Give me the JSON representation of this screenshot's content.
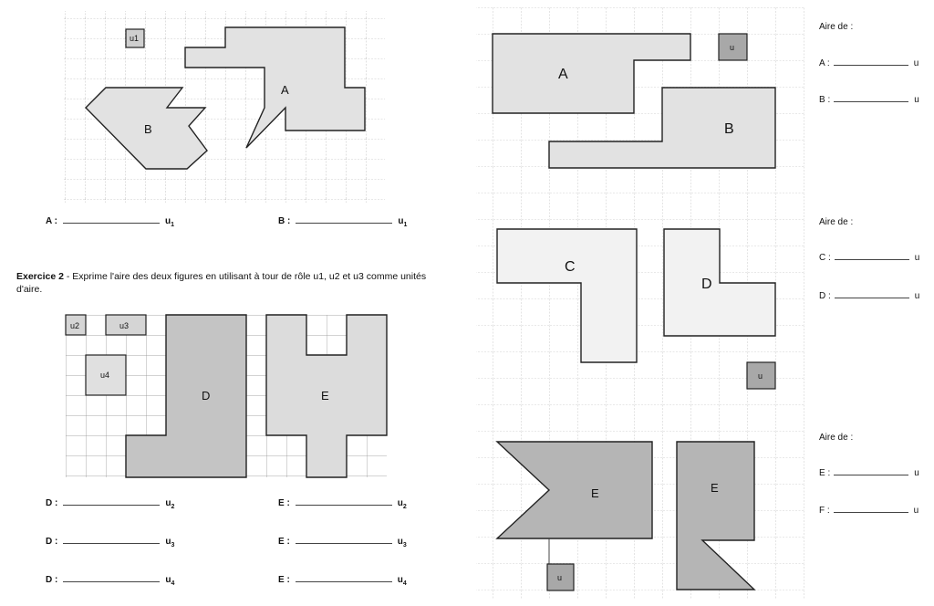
{
  "exercise1": {
    "unit_label": "u1",
    "figures": {
      "A": "A",
      "B": "B"
    },
    "answers": [
      {
        "fig": "A :",
        "unit": "u",
        "sub": "1"
      },
      {
        "fig": "B :",
        "unit": "u",
        "sub": "1"
      }
    ]
  },
  "exercise2": {
    "title_bold": "Exercice 2",
    "title_rest": " - Exprime l'aire des deux figures en utilisant à tour de rôle u1, u2 et u3 comme unités d'aire.",
    "unit_labels": {
      "u2": "u2",
      "u3": "u3",
      "u4": "u4"
    },
    "figures": {
      "D": "D",
      "E": "E"
    },
    "answers_left": [
      {
        "fig": "D :",
        "unit": "u",
        "sub": "2"
      },
      {
        "fig": "D :",
        "unit": "u",
        "sub": "3"
      },
      {
        "fig": "D :",
        "unit": "u",
        "sub": "4"
      }
    ],
    "answers_right": [
      {
        "fig": "E :",
        "unit": "u",
        "sub": "2"
      },
      {
        "fig": "E :",
        "unit": "u",
        "sub": "3"
      },
      {
        "fig": "E :",
        "unit": "u",
        "sub": "4"
      }
    ]
  },
  "right_page": {
    "unit_label": "u",
    "figures": {
      "A": "A",
      "B": "B",
      "C": "C",
      "D": "D",
      "E": "E",
      "F": "E"
    },
    "groups": [
      {
        "heading": "Aire de :",
        "rows": [
          {
            "fig": "A :",
            "unit": "u"
          },
          {
            "fig": "B :",
            "unit": "u"
          }
        ]
      },
      {
        "heading": "Aire de :",
        "rows": [
          {
            "fig": "C :",
            "unit": "u"
          },
          {
            "fig": "D :",
            "unit": "u"
          }
        ]
      },
      {
        "heading": "Aire de :",
        "rows": [
          {
            "fig": "E :",
            "unit": "u"
          },
          {
            "fig": "F :",
            "unit": "u"
          }
        ]
      }
    ]
  },
  "colors": {
    "light_fill": "#e2e2e2",
    "dark_fill": "#bdbdbd",
    "grid": "#9a9a9a",
    "outline": "#222222"
  }
}
